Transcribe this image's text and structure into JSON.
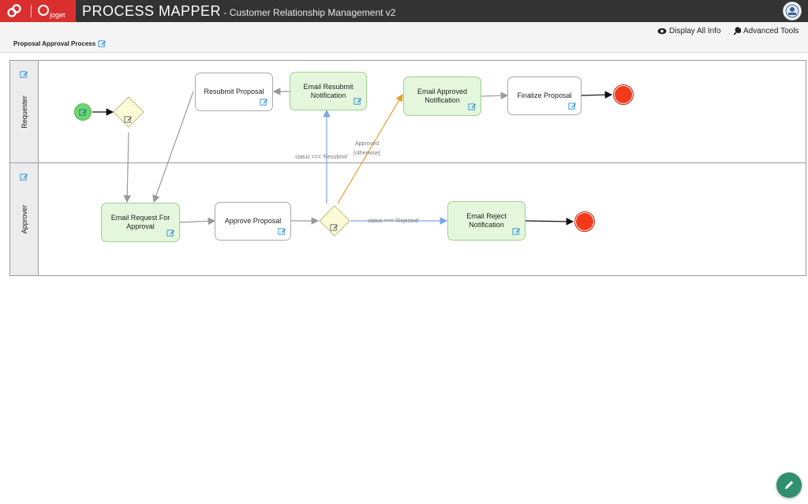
{
  "header": {
    "logo_text": "joget",
    "app_title": "PROCESS MAPPER",
    "app_subtitle": " - Customer Relationship Management v2"
  },
  "toolbar": {
    "process_name": "Proposal Approval Process",
    "display_all_info": "Display All Info",
    "advanced_tools": "Advanced Tools"
  },
  "lanes": [
    {
      "label": "Requester"
    },
    {
      "label": "Approver"
    }
  ],
  "activities": {
    "resubmit_proposal": "Resubmit Proposal",
    "email_resubmit_notification": "Email Resubmit Notification",
    "email_approved_notification": "Email Approved Notification",
    "finalize_proposal": "Finalize Proposal",
    "email_request_for_approval": "Email Request For Approval",
    "approve_proposal": "Approve Proposal",
    "email_reject_notification": "Email Reject Notification"
  },
  "flow_labels": {
    "resubmit": "status === 'Resubmit'",
    "approved_line1": "Approved",
    "approved_line2": "[otherwise]",
    "rejected": "status === 'Rejected'"
  },
  "colors": {
    "brand_red": "#d9302f",
    "topbar": "#333333",
    "activity_green": "#e4f7dc",
    "gateway_yellow": "#fdfbd6",
    "start_green": "#6ed86e",
    "end_red": "#f23a1a",
    "flow_blue": "#7aa7e0",
    "flow_orange": "#e0a030",
    "edit_blue": "#2a8fd6",
    "fab_green": "#2f8f6f"
  },
  "icons": [
    "logo-icon",
    "eye-icon",
    "wrench-icon",
    "edit-icon",
    "pencil-icon",
    "avatar"
  ]
}
